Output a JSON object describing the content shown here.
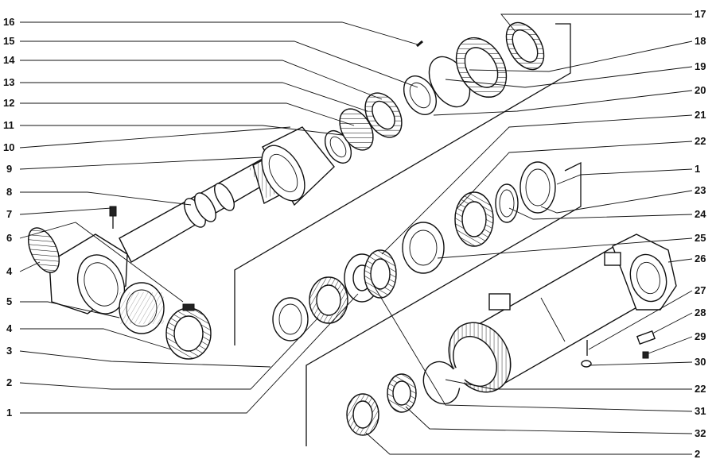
{
  "callouts": {
    "left": [
      "16",
      "15",
      "14",
      "13",
      "12",
      "11",
      "10",
      "9",
      "8",
      "7",
      "6",
      "4",
      "5",
      "4",
      "3",
      "2",
      "1"
    ],
    "right": [
      "17",
      "18",
      "19",
      "20",
      "21",
      "22",
      "1",
      "23",
      "24",
      "25",
      "26",
      "27",
      "28",
      "29",
      "30",
      "22",
      "31",
      "32",
      "2"
    ]
  }
}
